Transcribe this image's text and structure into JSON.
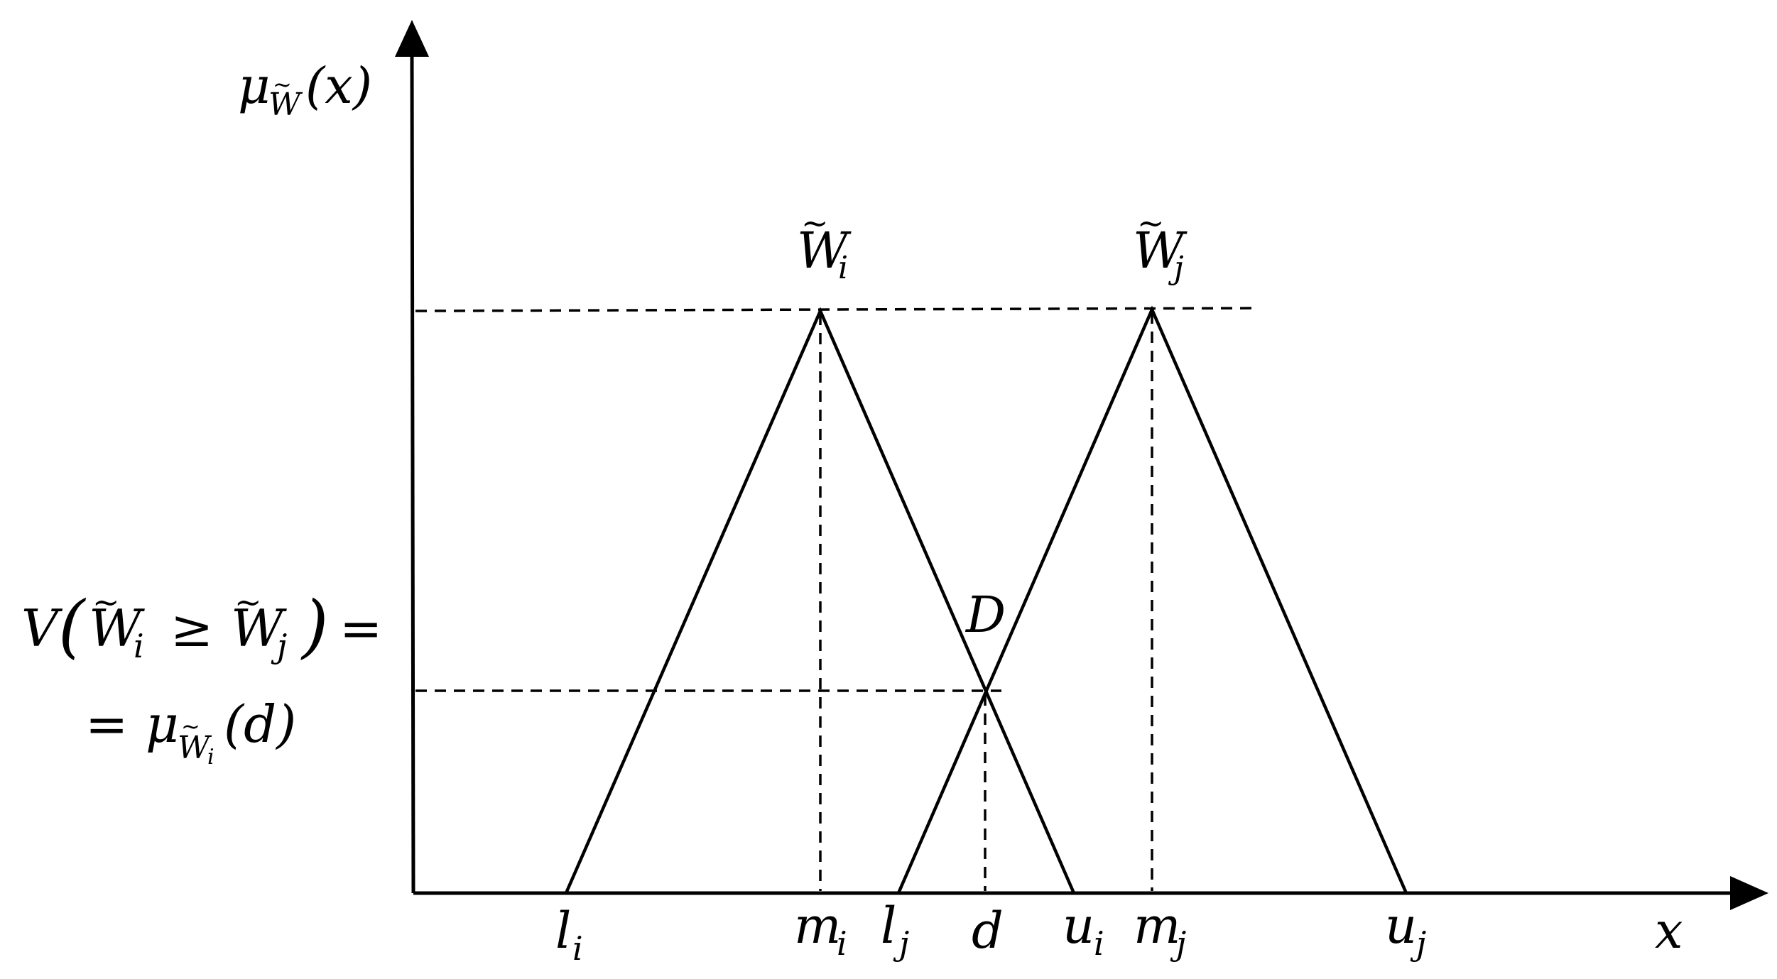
{
  "diagram": {
    "y_axis_label": {
      "mu": "μ",
      "sub": "W",
      "rest": "(x)"
    },
    "x_axis_label": "x",
    "tilde": "~",
    "fuzzy_numbers": [
      {
        "name": "W",
        "subscript": "i"
      },
      {
        "name": "W",
        "subscript": "j"
      }
    ],
    "point_D": "D",
    "ticks": {
      "li": {
        "main": "l",
        "sub": "i"
      },
      "mi": {
        "main": "m",
        "sub": "i"
      },
      "lj": {
        "main": "l",
        "sub": "j"
      },
      "d": {
        "main": "d",
        "sub": ""
      },
      "ui": {
        "main": "u",
        "sub": "i"
      },
      "mj": {
        "main": "m",
        "sub": "j"
      },
      "uj": {
        "main": "u",
        "sub": "j"
      }
    },
    "left_formula": {
      "line1": {
        "v": "V",
        "open": "(",
        "w1": "W",
        "s1": "i",
        "geq": "≥",
        "w2": "W",
        "s2": "j",
        "close": ")",
        "eq": "="
      },
      "line2": {
        "eq": "=",
        "mu": "μ",
        "sub": "W",
        "subsub": "i",
        "arg": "(d)"
      }
    },
    "colors": {
      "stroke": "#000000",
      "background": "#ffffff"
    }
  }
}
